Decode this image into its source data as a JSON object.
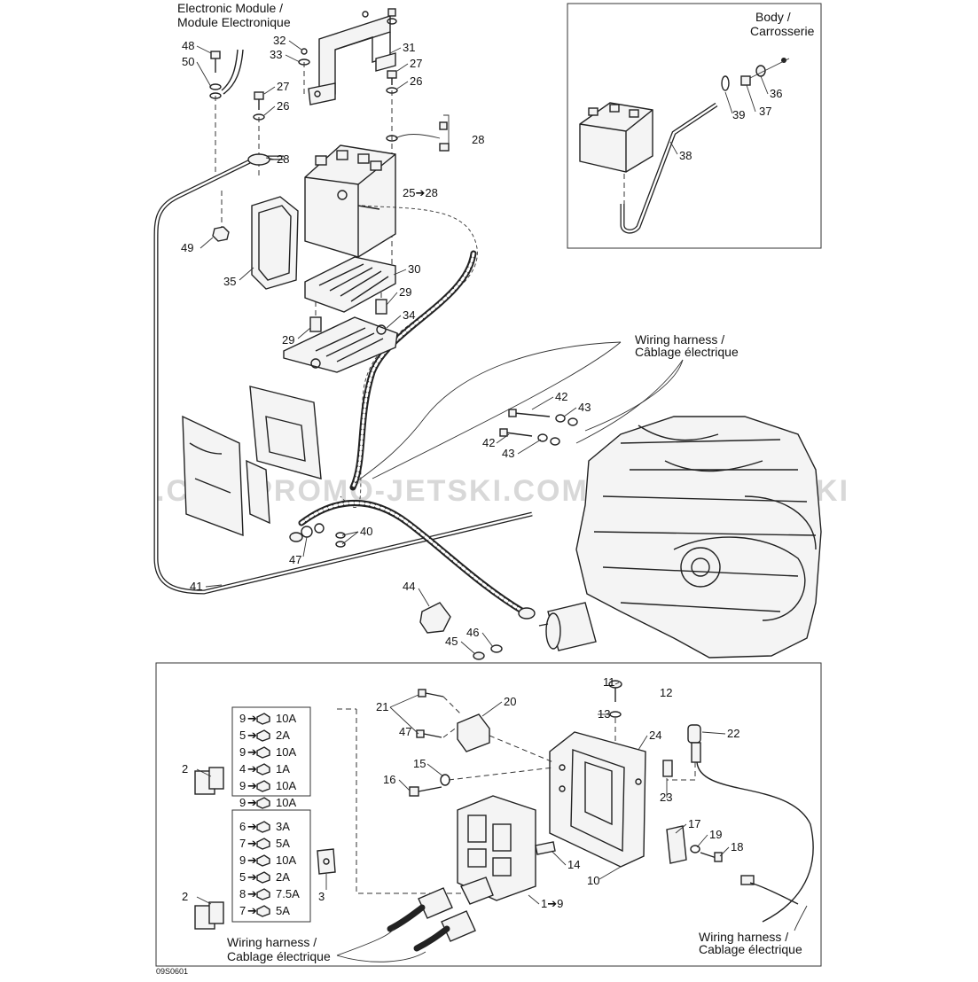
{
  "title_module": [
    "Electronic Module /",
    "Module Electronique"
  ],
  "body": [
    "Body /",
    "Carrosserie"
  ],
  "wiring_top": [
    "Wiring harness /",
    "Câblage électrique"
  ],
  "wiring_bl": [
    "Wiring harness /",
    "Cablage électrique"
  ],
  "wiring_br": [
    "Wiring harness /",
    "Cablage électrique"
  ],
  "watermark": ".COM PROMO-JETSKI.COM PROMO-JETSKI",
  "ref": "09S0601",
  "callouts": {
    "c48": "48",
    "c50": "50",
    "c32": "32",
    "c33": "33",
    "c31": "31",
    "c27a": "27",
    "c26a": "26",
    "c27b": "27",
    "c26b": "26",
    "c28a": "28",
    "c28b": "28",
    "c25": "25➔28",
    "c49": "49",
    "c35": "35",
    "c30": "30",
    "c29a": "29",
    "c29b": "29",
    "c34": "34",
    "c42a": "42",
    "c43a": "43",
    "c42b": "42",
    "c43b": "43",
    "c40": "40",
    "c47a": "47",
    "c41": "41",
    "c44": "44",
    "c46": "46",
    "c45": "45",
    "c36": "36",
    "c37": "37",
    "c39": "39",
    "c38": "38",
    "c11": "11",
    "c12": "12",
    "c13": "13",
    "c24": "24",
    "c22": "22",
    "c21": "21",
    "c20": "20",
    "c47b": "47",
    "c15": "15",
    "c16": "16",
    "c23": "23",
    "c17": "17",
    "c19": "19",
    "c18": "18",
    "c14": "14",
    "c10": "10",
    "c1": "1➔9",
    "c2a": "2",
    "c2b": "2",
    "c3": "3"
  },
  "fuses_top": [
    {
      "n": "9",
      "a": "10A"
    },
    {
      "n": "5",
      "a": "2A"
    },
    {
      "n": "9",
      "a": "10A"
    },
    {
      "n": "4",
      "a": "1A"
    },
    {
      "n": "9",
      "a": "10A"
    },
    {
      "n": "9",
      "a": "10A"
    }
  ],
  "fuses_bottom": [
    {
      "n": "6",
      "a": "3A"
    },
    {
      "n": "7",
      "a": "5A"
    },
    {
      "n": "9",
      "a": "10A"
    },
    {
      "n": "5",
      "a": "2A"
    },
    {
      "n": "8",
      "a": "7.5A"
    },
    {
      "n": "7",
      "a": "5A"
    }
  ],
  "arrow_glyph": "➔"
}
